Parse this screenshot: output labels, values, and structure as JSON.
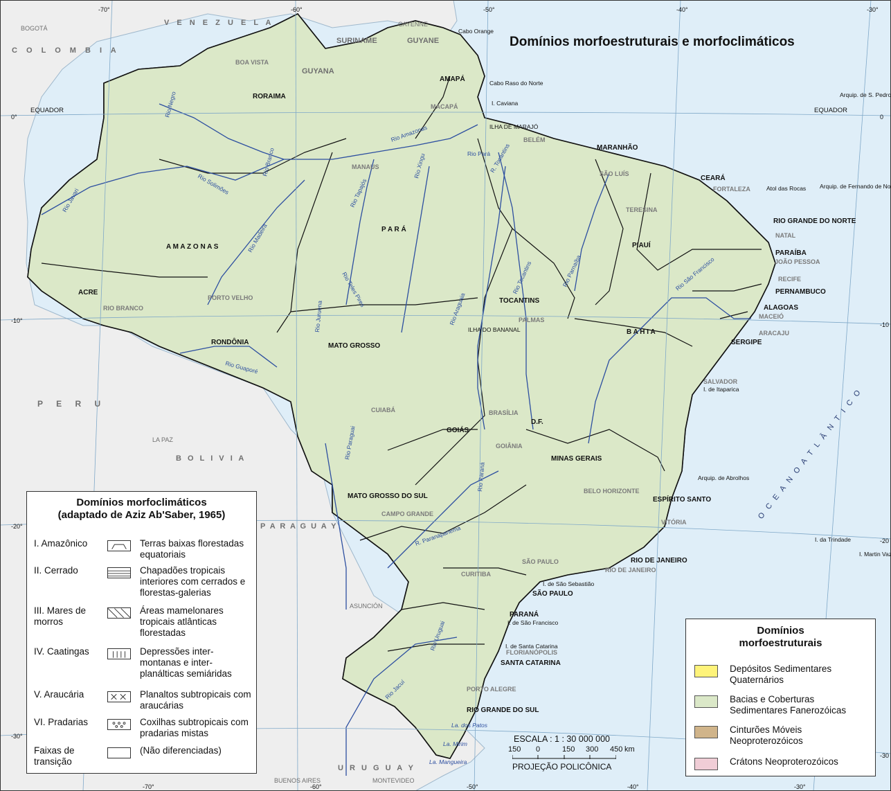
{
  "title": "Domínios morfoestruturais e morfoclimáticos",
  "colors": {
    "ocean": "#dfeef8",
    "foreign": "#eeeeee",
    "quaternario": "#fef37a",
    "fanerozoico": "#dbe8c8",
    "neoproterozoico_movel": "#d0b48a",
    "craton": "#f0cdd6",
    "river": "#2d4fa0",
    "border": "#111111"
  },
  "coordinates": {
    "top_lon": [
      "-70°",
      "-60°",
      "-50°",
      "-40°",
      "-30°"
    ],
    "bottom_lon": [
      "-70°",
      "-60°",
      "-50°",
      "-40°",
      "-30°"
    ],
    "left_lat": [
      "0°",
      "-10°",
      "-20°",
      "-30°"
    ],
    "right_lat": [
      "0",
      "-10",
      "-20",
      "-30"
    ]
  },
  "lines": {
    "equator_left": "EQUADOR",
    "equator_right": "EQUADOR"
  },
  "countries": [
    "V E N E Z U E L A",
    "C O L O M B I A",
    "SURINAME",
    "GUYANE",
    "GUYANA",
    "P E R U",
    "B O L I V I A",
    "P A R A G U A Y",
    "U R U G U A Y"
  ],
  "ocean_label": "O C E A N O   A T L Â N T I C O",
  "states": [
    "RORAIMA",
    "AMAPÁ",
    "MARANHÃO",
    "CEARÁ",
    "RIO GRANDE DO NORTE",
    "PARAÍBA",
    "PERNAMBUCO",
    "ALAGOAS",
    "SERGIPE",
    "PIAUÍ",
    "TOCANTINS",
    "B A H I A",
    "A M A Z O N A S",
    "P A R Á",
    "ACRE",
    "RONDÔNIA",
    "MATO GROSSO",
    "GOIÁS",
    "D.F.",
    "MINAS GERAIS",
    "ESPÍRITO SANTO",
    "MATO GROSSO DO SUL",
    "RIO DE JANEIRO",
    "SÃO PAULO",
    "PARANÁ",
    "SANTA CATARINA",
    "RIO GRANDE DO SUL"
  ],
  "capitals": [
    "BOA VISTA",
    "MACAPÁ",
    "BELÉM",
    "MANAUS",
    "SÃO LUÍS",
    "FORTALEZA",
    "TERESINA",
    "NATAL",
    "JOÃO PESSOA",
    "RECIFE",
    "MACEIÓ",
    "ARACAJU",
    "SALVADOR",
    "PALMAS",
    "PORTO VELHO",
    "RIO BRANCO",
    "CUIABÁ",
    "BRASÍLIA",
    "GOIÂNIA",
    "BELO HORIZONTE",
    "VITÓRIA",
    "CAMPO GRANDE",
    "RIO DE JANEIRO",
    "SÃO PAULO",
    "CURITIBA",
    "FLORIANÓPOLIS",
    "PORTO ALEGRE"
  ],
  "foreign_capitals": [
    "BOGOTÁ",
    "CAYENNE",
    "LA PAZ",
    "ASUNCIÓN",
    "BUENOS AIRES",
    "MONTEVIDEO"
  ],
  "places": [
    "Cabo Orange",
    "Cabo Raso do Norte",
    "I. Caviana",
    "ILHA DE MARAJÓ",
    "Atol das Rocas",
    "Arquip. de Fernando de Noronha",
    "Arquip. de S. Pedro e S. Paulo",
    "I. de Itaparica",
    "Arquip. de Abrolhos",
    "I. da Trindade",
    "I. Martin Vaz",
    "I. de São Sebastião",
    "I. de São Francisco",
    "I. de Santa Catarina",
    "La. dos Patos",
    "La. Mirim",
    "La. Mangueira",
    "ILHA DO BANANAL"
  ],
  "rivers": [
    "Rio Negro",
    "Rio Branco",
    "Rio Solimões",
    "Rio Madeira",
    "Rio Javari",
    "Rio Amazonas",
    "Rio Tapajós",
    "Rio Xingu",
    "R. Tocantins",
    "Rio Pará",
    "Rio Araguaia",
    "Rio Tocantins",
    "Rio Parnaíba",
    "Rio São Francisco",
    "Rio Teles Pires",
    "Rio Juruena",
    "Rio Guaporé",
    "Rio Paraguai",
    "Rio Paraná",
    "R. Paranapanema",
    "Rio Uruguai",
    "Rio Jacuí"
  ],
  "legend_climatic": {
    "title_line1": "Domínios morfoclimáticos",
    "title_line2": "(adaptado de Aziz Ab'Saber, 1965)",
    "items": [
      {
        "name": "I. Amazônico",
        "desc": "Terras baixas florestadas equatoriais",
        "pattern": "arc"
      },
      {
        "name": "II. Cerrado",
        "desc": "Chapadões tropicais interiores com cerrados e florestas-galerias",
        "pattern": "hlines"
      },
      {
        "name": "III. Mares de morros",
        "desc": "Áreas mamelonares tropicais atlânticas florestadas",
        "pattern": "diag"
      },
      {
        "name": "IV. Caatingas",
        "desc": "Depressões inter-montanas e inter-planálticas semiáridas",
        "pattern": "vlines"
      },
      {
        "name": "V. Araucária",
        "desc": "Planaltos subtropicais com araucárias",
        "pattern": "cross"
      },
      {
        "name": "VI. Pradarias",
        "desc": "Coxilhas subtropicais com pradarias mistas",
        "pattern": "dots"
      },
      {
        "name": "Faixas de transição",
        "desc": "(Não diferenciadas)",
        "pattern": "none"
      }
    ]
  },
  "legend_struct": {
    "title_line1": "Domínios",
    "title_line2": "morfoestruturais",
    "items": [
      {
        "desc": "Depósitos Sedimentares Quaternários",
        "color": "#fef37a"
      },
      {
        "desc": "Bacias e Coberturas Sedimentares Fanerozóicas",
        "color": "#dbe8c8"
      },
      {
        "desc": "Cinturões Móveis Neoproterozóicos",
        "color": "#d0b48a"
      },
      {
        "desc": "Crátons Neoproterozóicos",
        "color": "#f0cdd6"
      }
    ]
  },
  "scale": {
    "label": "ESCALA : 1 : 30 000 000",
    "ticks": [
      "150",
      "0",
      "150",
      "300",
      "450"
    ],
    "unit": "km",
    "projection": "PROJEÇÃO POLICÔNICA"
  }
}
